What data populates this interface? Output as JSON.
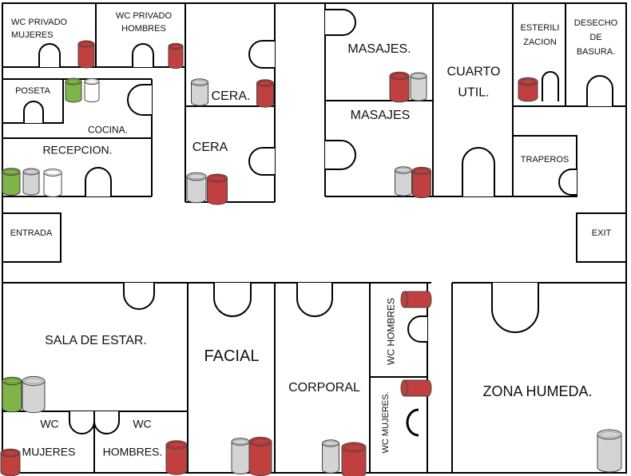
{
  "rooms": {
    "wc_privado_mujeres": [
      "WC PRIVADO",
      "MUJERES"
    ],
    "wc_privado_hombres": [
      "WC PRIVADO",
      "HOMBRES"
    ],
    "poseta": "POSETA",
    "cocina": "COCINA.",
    "recepcion": "RECEPCION.",
    "cera_1": "CERA.",
    "cera_2": "CERA",
    "masajes_1": "MASAJES.",
    "masajes_2": "MASAJES",
    "cuarto_util": [
      "CUARTO",
      "UTIL."
    ],
    "esterilizacion": [
      "ESTERILI",
      "ZACION"
    ],
    "desecho_basura": [
      "DESECHO",
      "DE",
      "BASURA."
    ],
    "traperos": "TRAPEROS",
    "entrada": "ENTRADA",
    "exit": "EXIT",
    "sala_estar": "SALA DE ESTAR.",
    "facial": "FACIAL",
    "corporal": "CORPORAL",
    "wc_hombres_v": "WC HOMBRES",
    "wc_mujeres_v": "WC MUJERES.",
    "zona_humeda": "ZONA HUMEDA.",
    "wc_1": "WC",
    "mujeres": "MUJERES",
    "wc_2": "WC",
    "hombres": "HOMBRES."
  },
  "colors": {
    "red": "#c0403f",
    "gray": "#d4d4d4",
    "green": "#7fb449",
    "white": "#ffffff",
    "wall": "#000000"
  }
}
